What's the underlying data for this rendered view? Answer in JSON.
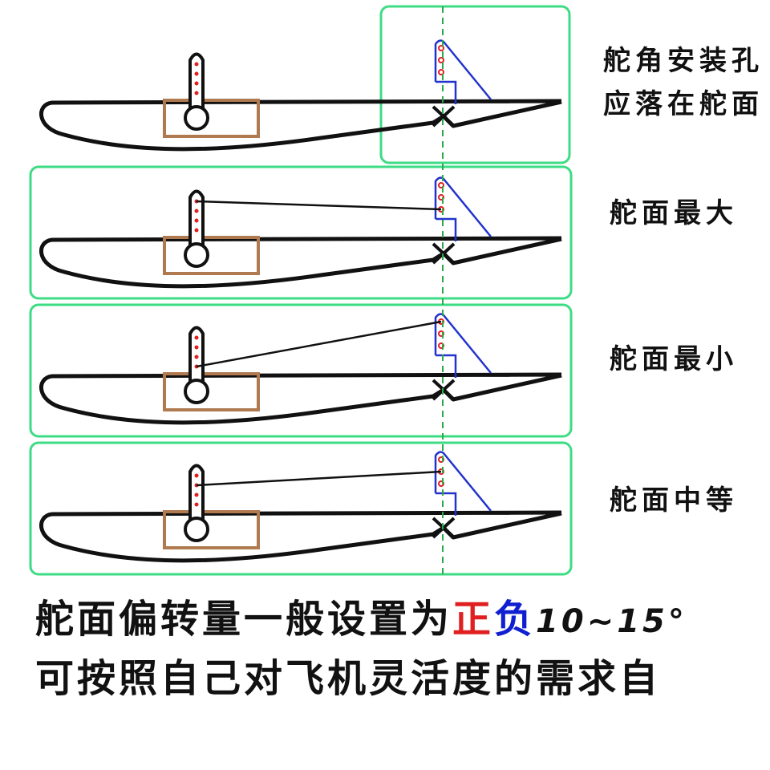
{
  "labels": {
    "horn_line1": "舵角安装孔",
    "horn_line2": "应落在舵面",
    "max": "舵面最大",
    "min": "舵面最小",
    "mid": "舵面中等"
  },
  "footer": {
    "line1_prefix": "舵面偏转量一般设置为",
    "positive": "正",
    "negative": "负",
    "range": "10~15°",
    "line2": "可按照自己对飞机灵活度的需求自"
  },
  "colors": {
    "frame": "#3ddc84",
    "servo_box": "#b07a50",
    "horn": "#2233cc",
    "holes": "#e02020",
    "hinge_line": "#2aa84a"
  },
  "panels": [
    {
      "name": "horn-install",
      "linkage": null
    },
    {
      "name": "max-throw",
      "linkage": {
        "servo_hole": 1,
        "horn_hole": 3
      }
    },
    {
      "name": "min-throw",
      "linkage": {
        "servo_hole": 4,
        "horn_hole": 1
      }
    },
    {
      "name": "mid-throw",
      "linkage": {
        "servo_hole": 2,
        "horn_hole": 2
      }
    }
  ]
}
